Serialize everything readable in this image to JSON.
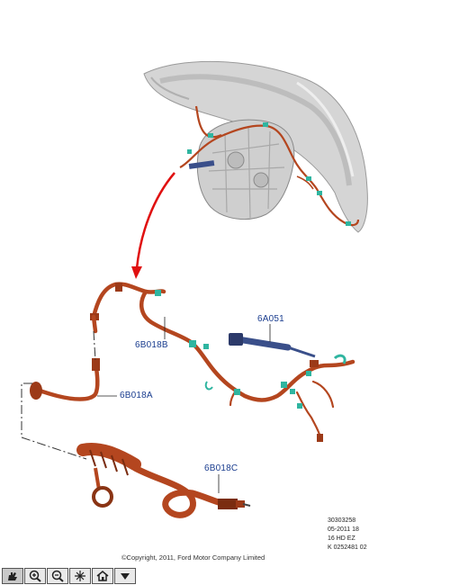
{
  "callouts": {
    "connector": "6A051",
    "harness_b": "6B018B",
    "harness_a": "6B018A",
    "harness_c": "6B018C"
  },
  "reference": {
    "line1": "30303258",
    "line2": "05-2011 18",
    "line3": "16 HD EZ",
    "line4": "K 0252481 02"
  },
  "copyright": "©Copyright, 2011, Ford Motor Company Limited",
  "toolbar": {
    "buttons": [
      "pan-icon",
      "zoom-in-icon",
      "zoom-out-icon",
      "fit-icon",
      "home-icon",
      "menu-down-icon"
    ]
  },
  "colors": {
    "harness": "#b4461f",
    "clip": "#2fb5a0",
    "arrow": "#e01010",
    "callout": "#1a3d8f"
  }
}
